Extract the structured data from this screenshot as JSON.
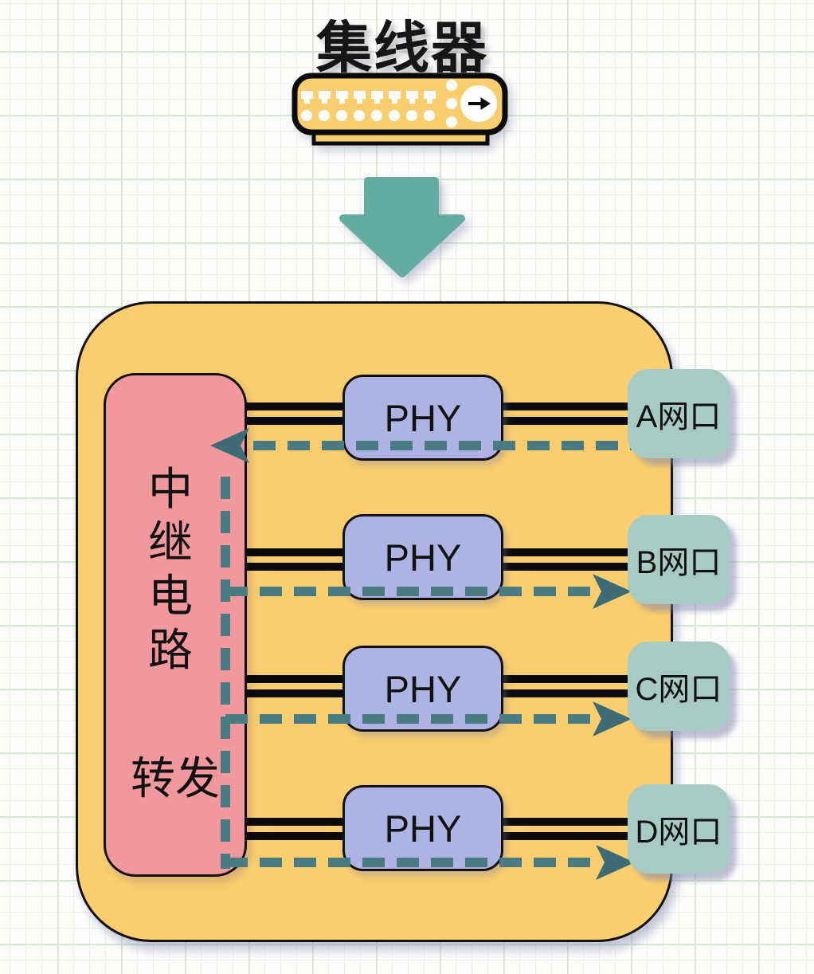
{
  "title": "集线器",
  "icons": {
    "hub_indicator_arrow": "→",
    "flow_down_arrow": "▼"
  },
  "board": {
    "relay": {
      "vertical_label": "中继电路",
      "forward_label": "转发"
    },
    "rows": [
      {
        "id": "A",
        "phy_label": "PHY",
        "port_label": "A网口",
        "flow_direction": "inbound-to-relay"
      },
      {
        "id": "B",
        "phy_label": "PHY",
        "port_label": "B网口",
        "flow_direction": "outbound-from-relay"
      },
      {
        "id": "C",
        "phy_label": "PHY",
        "port_label": "C网口",
        "flow_direction": "outbound-from-relay"
      },
      {
        "id": "D",
        "phy_label": "PHY",
        "port_label": "D网口",
        "flow_direction": "outbound-from-relay"
      }
    ]
  },
  "colors": {
    "board_fill": "#facd6e",
    "relay_fill": "#f0989c",
    "phy_fill": "#aeb3e4",
    "port_fill": "#a7cbc2",
    "dash_flow": "#4a7a82",
    "flow_arrowhead": "#3e6b76",
    "down_arrow": "#63ac9f",
    "cable_line": "#0a0a0a",
    "grid_major": "#d9e5d5"
  }
}
